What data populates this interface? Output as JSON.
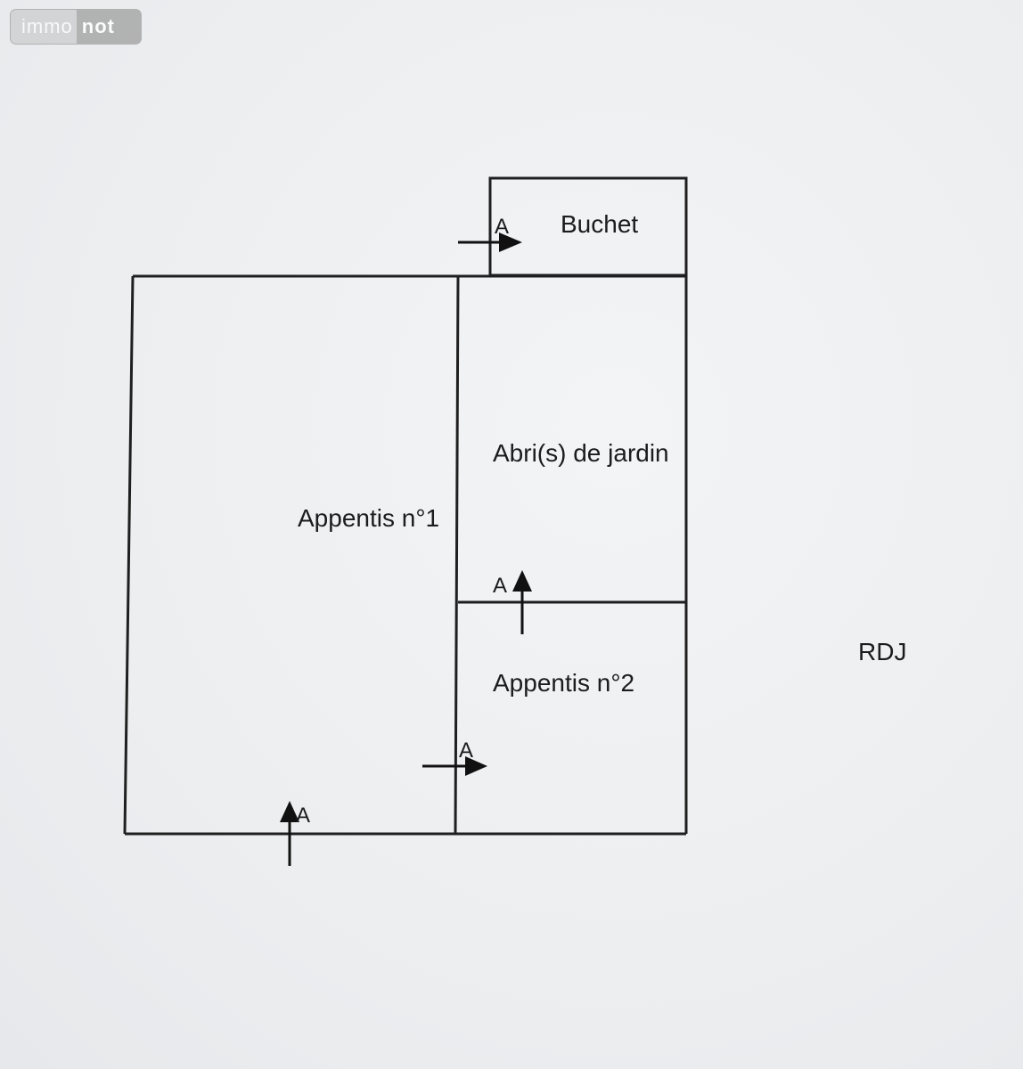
{
  "watermark": {
    "left": "immo",
    "right": "not"
  },
  "plan": {
    "level": "RDJ",
    "rooms": {
      "buchet": "Buchet",
      "abri": "Abri(s) de jardin",
      "appentis1": "Appentis n°1",
      "appentis2": "Appentis n°2"
    },
    "door_marker": "A"
  },
  "colors": {
    "background": "#eeeff1",
    "lines": "#1f1f1f"
  }
}
